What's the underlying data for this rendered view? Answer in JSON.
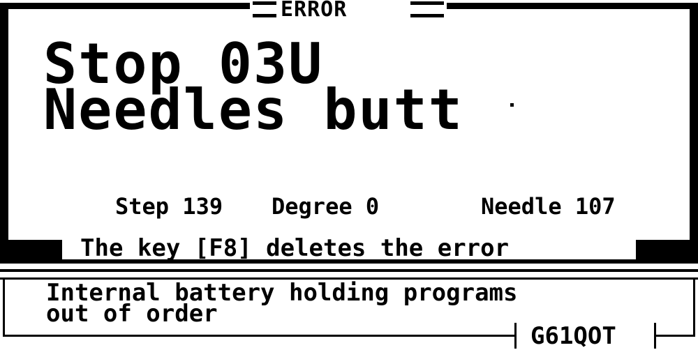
{
  "window": {
    "title": "ERROR"
  },
  "error": {
    "line1": "Stop 03U",
    "line2": "Needles butt"
  },
  "status": {
    "step": "Step 139",
    "degree": "Degree 0",
    "needle": "Needle 107"
  },
  "hint": {
    "text": "The key [F8] deletes the error"
  },
  "message": {
    "line1": "Internal battery holding programs",
    "line2": "out of order"
  },
  "footer": {
    "code": "G61QOT"
  },
  "colors": {
    "foreground": "#000000",
    "background": "#ffffff"
  }
}
